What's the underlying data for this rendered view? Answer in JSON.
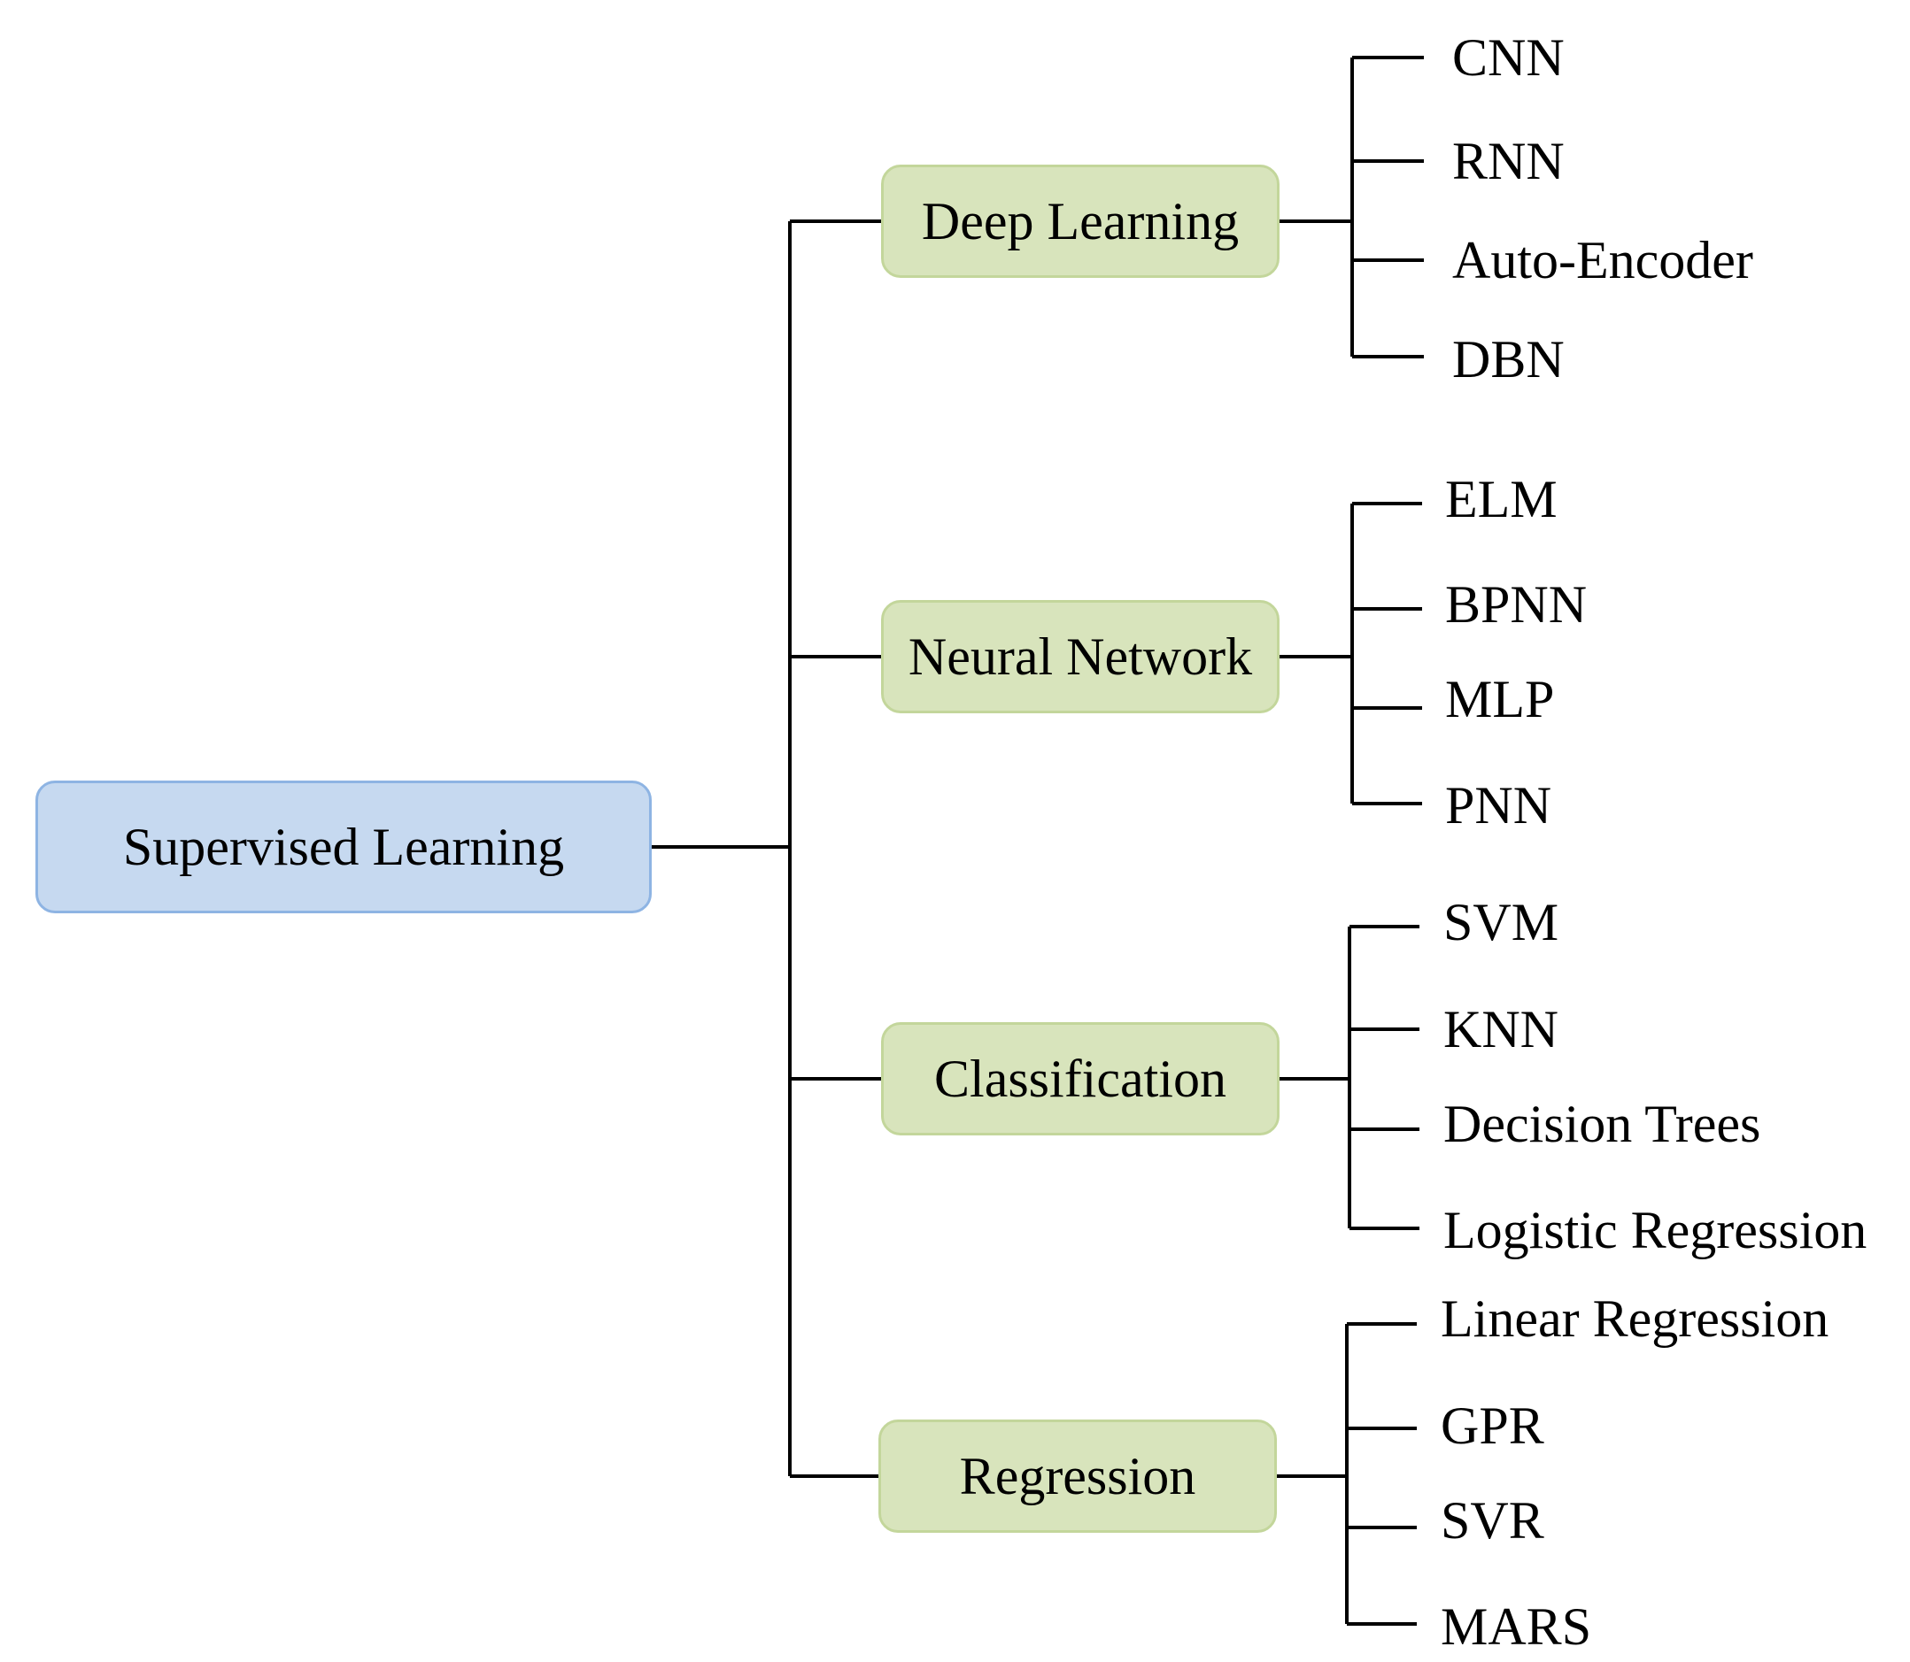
{
  "root": {
    "label": "Supervised Learning"
  },
  "categories": [
    {
      "label": "Deep Learning",
      "items": [
        "CNN",
        "RNN",
        "Auto-Encoder",
        "DBN"
      ]
    },
    {
      "label": "Neural Network",
      "items": [
        "ELM",
        "BPNN",
        "MLP",
        "PNN"
      ]
    },
    {
      "label": "Classification",
      "items": [
        "SVM",
        "KNN",
        "Decision Trees",
        "Logistic Regression"
      ]
    },
    {
      "label": "Regression",
      "items": [
        "Linear Regression",
        "GPR",
        "SVR",
        "MARS"
      ]
    }
  ],
  "colors": {
    "root_fill": "#c6d9f0",
    "root_border": "#8eb4e3",
    "category_fill": "#d8e4bc",
    "category_border": "#c3d69b",
    "line": "#000000"
  }
}
